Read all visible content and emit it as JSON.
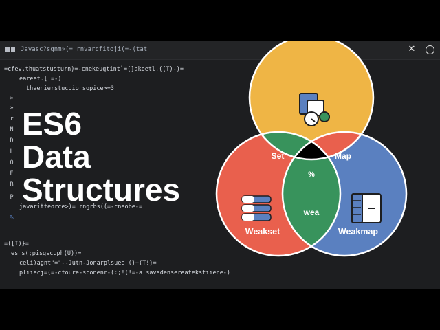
{
  "titlebar": {
    "tab_title": "Javasc?sgnm»(= rnvarcfitoji(=-(tat"
  },
  "code_lines": [
    "=cfev.thuatstusturn)=-cnekeugtint`=(]akoetl.((T)-)=",
    "eareet.[!=-)",
    "thaenierstucpio sopice>=3",
    "javaritteorce>)= rngrbs((=-cneobe-=",
    "=([I)}=",
    "es_s(;pisgscuph(U))=",
    "celi)agnt\"=\"--Jutn-Jonarplsuee (}+(T!}=",
    "pliiecj=(=-cfoure-sconenr-(:;!(!=-alsavsdensereatekstiiene-)"
  ],
  "gutter_marks": [
    "»",
    "»",
    "r",
    "N",
    "D",
    "L",
    "O",
    "E",
    "B",
    "P",
    "%"
  ],
  "title": {
    "line1": "ES6",
    "line2": "Data",
    "line3": "Structures"
  },
  "venn": {
    "top_color": "#efb545",
    "left_color": "#e9604d",
    "right_color": "#5a80c0",
    "overlap_top_left": "#38935c",
    "overlap_top_right": "#e9604d",
    "overlap_left_right": "#38935c",
    "center_color": "#000000",
    "set_label": "Set",
    "map_label": "Map",
    "center_label": "%",
    "weakset_label": "Weakset",
    "overlap_bottom_label": "wea",
    "weakmap_label": "Weakmap"
  }
}
